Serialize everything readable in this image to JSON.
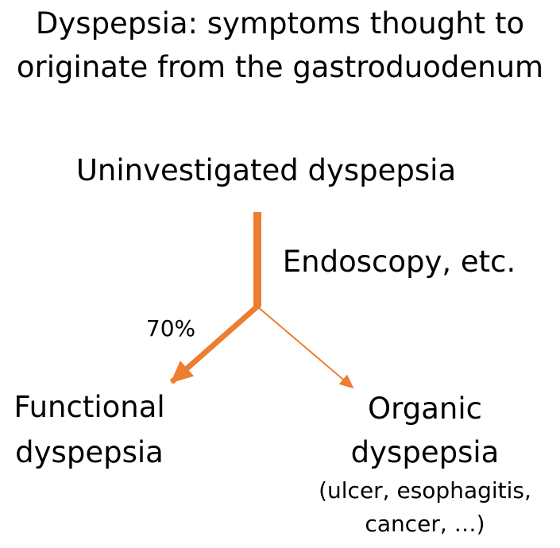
{
  "title": {
    "line1": "Dyspepsia: symptoms thought to",
    "line2": "originate from the gastroduodenum"
  },
  "flow": {
    "root": "Uninvestigated dyspepsia",
    "method": "Endoscopy, etc.",
    "left_branch": {
      "percent": "70%",
      "label_line1": "Functional",
      "label_line2": "dyspepsia"
    },
    "right_branch": {
      "label_line1": "Organic",
      "label_line2": "dyspepsia",
      "detail_line1": "(ulcer, esophagitis,",
      "detail_line2": "cancer, …)"
    }
  },
  "colors": {
    "arrow": "#ED7D31",
    "text": "#000000"
  }
}
